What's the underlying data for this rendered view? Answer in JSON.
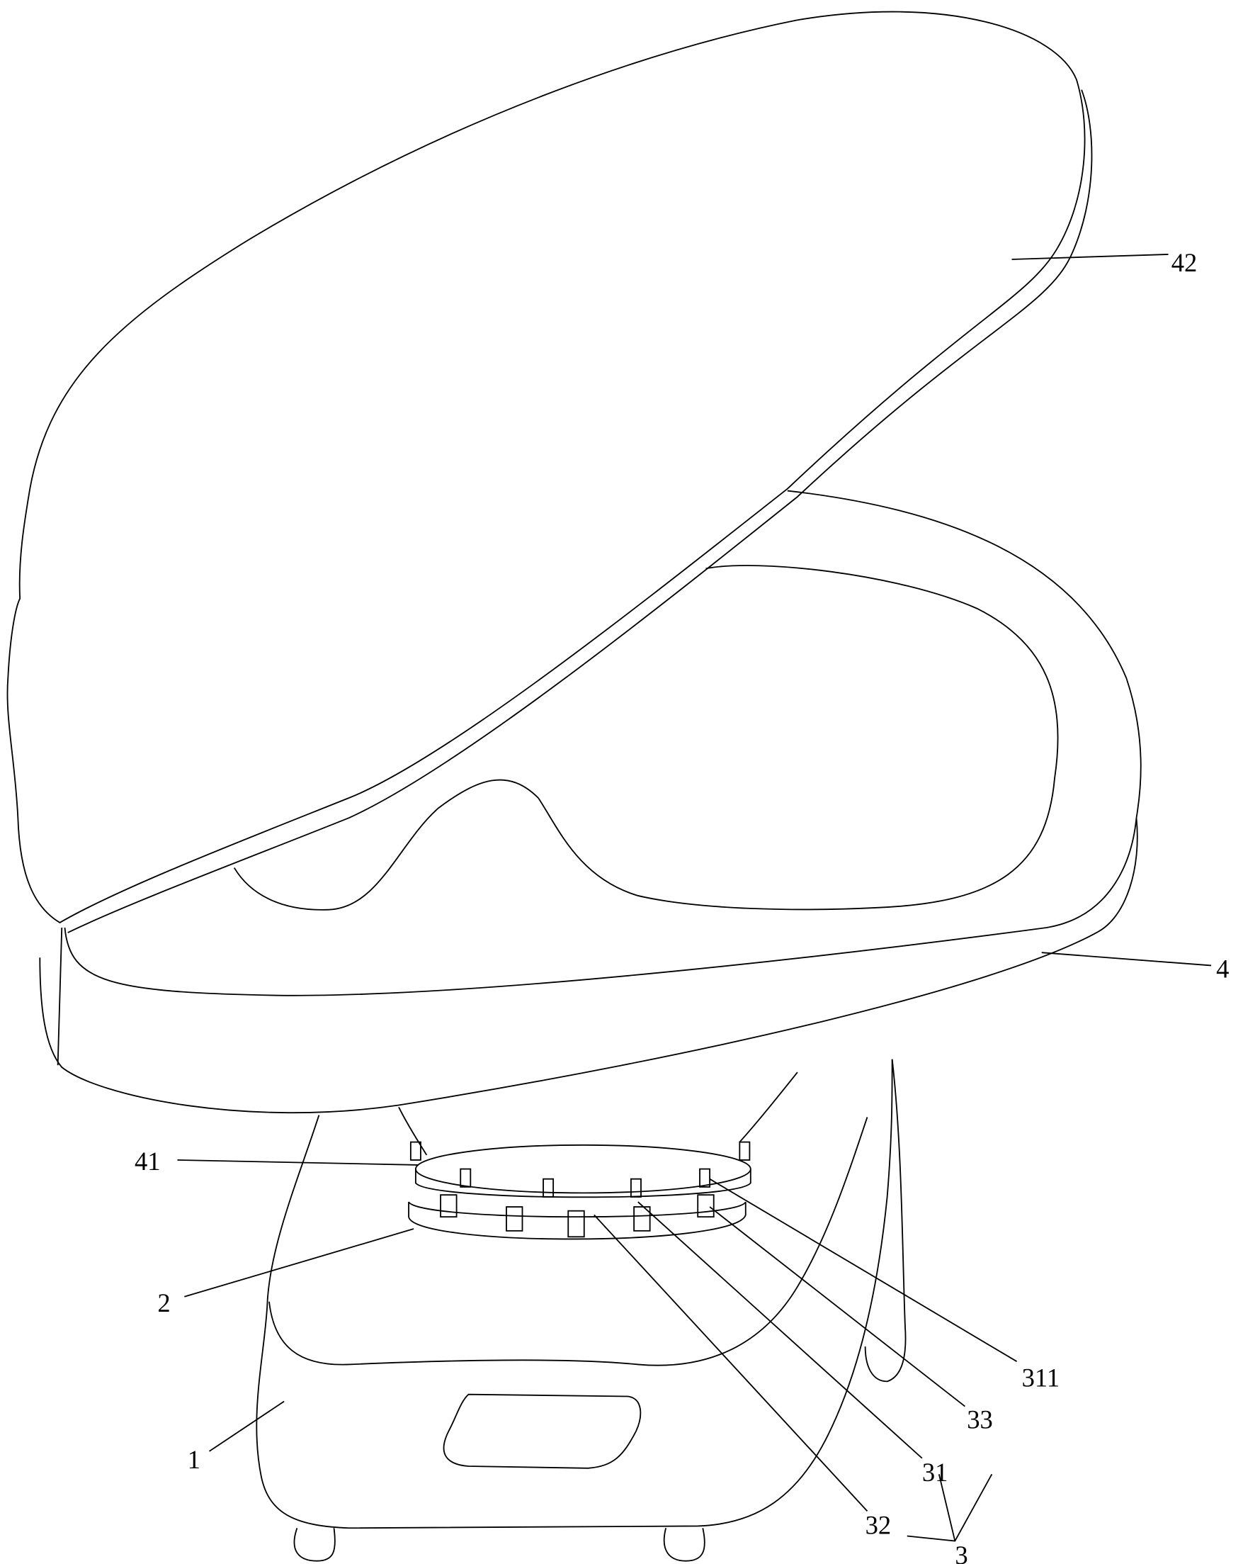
{
  "figure": {
    "type": "patent-drawing",
    "labels": {
      "lid": "42",
      "tray": "4",
      "ring": "41",
      "disc": "2",
      "base": "1",
      "pin": "311",
      "part33": "33",
      "part31": "31",
      "part32": "32",
      "assembly": "3"
    }
  }
}
